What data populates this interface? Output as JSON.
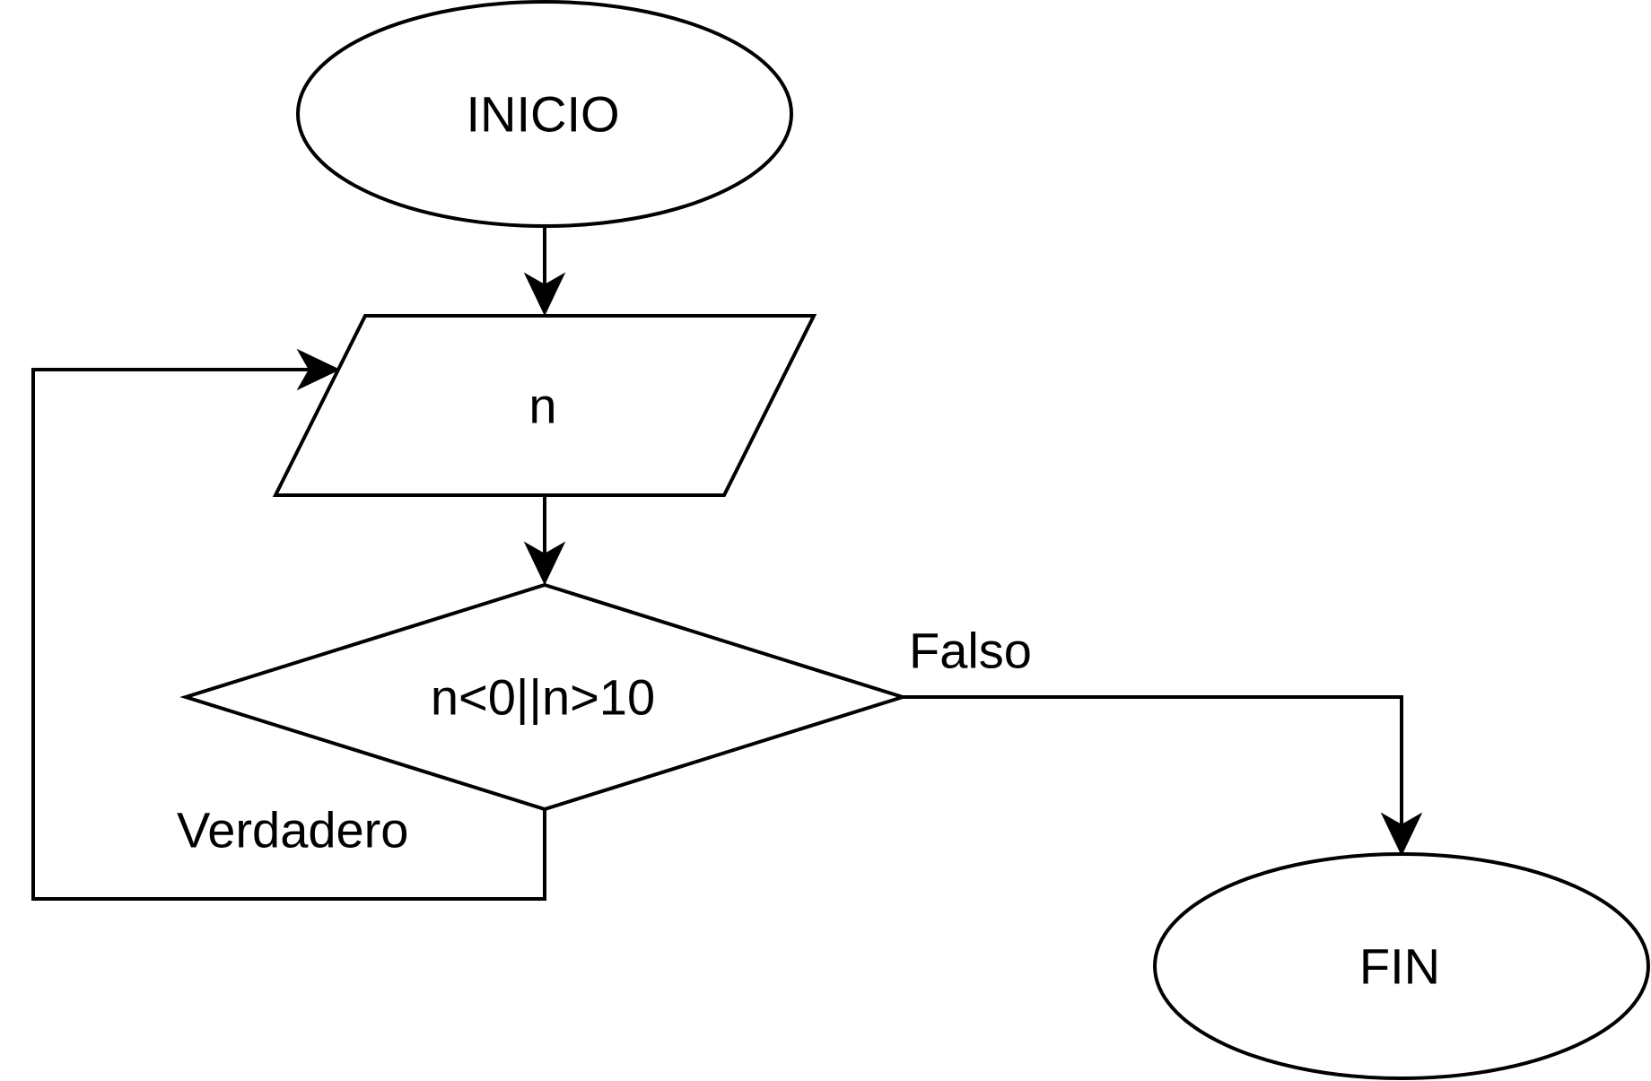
{
  "diagram": {
    "nodes": {
      "start": {
        "label": "INICIO",
        "shape": "ellipse"
      },
      "input": {
        "label": "n",
        "shape": "parallelogram"
      },
      "decision": {
        "label": "n<0||n>10",
        "shape": "diamond"
      },
      "end": {
        "label": "FIN",
        "shape": "ellipse"
      }
    },
    "edges": {
      "true_branch": {
        "label": "Verdadero",
        "from": "decision",
        "to": "input"
      },
      "false_branch": {
        "label": "Falso",
        "from": "decision",
        "to": "end"
      }
    },
    "colors": {
      "stroke": "#000000",
      "fill": "#ffffff",
      "background": "#ffffff"
    }
  }
}
